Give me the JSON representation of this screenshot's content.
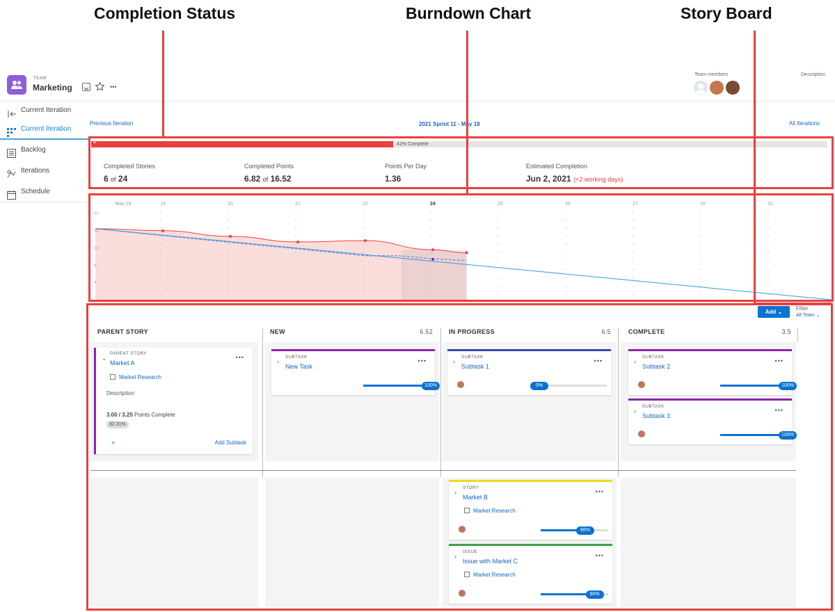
{
  "annotations": {
    "completion": "Completion Status",
    "burndown": "Burndown Chart",
    "storyboard": "Story Board"
  },
  "header": {
    "team_sub": "TEAM",
    "team_name": "Marketing",
    "more": "•••",
    "team_members_label": "Team members",
    "description_label": "Description"
  },
  "sidebar": {
    "collapse_label": "Current Iteration",
    "items": [
      {
        "label": "Current Iteration",
        "active": true
      },
      {
        "label": "Backlog"
      },
      {
        "label": "Iterations"
      },
      {
        "label": "Schedule"
      }
    ]
  },
  "iteration_nav": {
    "previous": "Previous Iteration",
    "current": "2021 Sprint 11 - May 18",
    "all": "All Iterations"
  },
  "completion": {
    "percent": 41,
    "percent_label": "41% Complete",
    "chevron": "⌄",
    "metrics": [
      {
        "label": "Completed Stories",
        "value": "6",
        "of": "of",
        "total": "24"
      },
      {
        "label": "Completed Points",
        "value": "6.82",
        "of": "of",
        "total": "16.52"
      },
      {
        "label": "Points Per Day",
        "value": "1.36"
      },
      {
        "label": "Estimated Completion",
        "value": "Jun 2, 2021",
        "note": "(+2 working days)"
      }
    ]
  },
  "chart_data": {
    "type": "area",
    "x": [
      "May 18",
      "19",
      "20",
      "21",
      "22",
      "24",
      "25",
      "26",
      "27",
      "28",
      "31"
    ],
    "bold_x": "24",
    "y_ticks": [
      20,
      16,
      12,
      8,
      4
    ],
    "ylim": [
      0,
      20
    ],
    "series": [
      {
        "values": [
          16.5,
          16.0,
          14.7,
          13.4,
          13.7,
          11.6,
          10.9
        ],
        "x_index": [
          0,
          1,
          2,
          3,
          4,
          5,
          5.5
        ],
        "color": "#e8403d"
      },
      {
        "values": [
          16.5,
          14.9,
          13.3,
          11.8,
          10.2,
          10.2,
          9.5,
          9.1
        ],
        "x_index": [
          0,
          1,
          2,
          3,
          4,
          4.5,
          5,
          5.5
        ],
        "color": "#8a93c9"
      },
      {
        "values": [
          16.5,
          0
        ],
        "x_index": [
          0,
          11
        ],
        "color": "#2e9be6"
      }
    ]
  },
  "board": {
    "add_label": "Add",
    "filter_label": "Filter",
    "filter_value": "All Team",
    "columns": [
      {
        "name": "PARENT STORY",
        "points": ""
      },
      {
        "name": "NEW",
        "points": "6.52"
      },
      {
        "name": "IN PROGRESS",
        "points": "6.5"
      },
      {
        "name": "COMPLETE",
        "points": "3.5"
      }
    ],
    "parent": {
      "type": "PARENT STORY",
      "title": "Market A",
      "project": "Market Research",
      "description": "Description",
      "points": "3.00 / 3.25",
      "points_suffix": "Points Complete",
      "percent": "92.31%",
      "plus": "+",
      "add_subtask": "Add Subtask"
    },
    "cards": [
      {
        "type": "SUBTASK",
        "title": "New Task",
        "progress": 100,
        "label": "100%",
        "color": "#8e24aa"
      },
      {
        "type": "SUBTASK",
        "title": "Subtask 1",
        "progress": 0,
        "label": "0%",
        "color": "#3949ab"
      },
      {
        "type": "SUBTASK",
        "title": "Subtask 2",
        "progress": 100,
        "label": "100%",
        "color": "#8e24aa"
      },
      {
        "type": "SUBTASK",
        "title": "Subtask 3",
        "progress": 100,
        "label": "100%",
        "color": "#8e24aa"
      },
      {
        "type": "STORY",
        "title": "Market B",
        "project": "Market Research",
        "progress": 66,
        "label": "66%",
        "color": "#f2d91c"
      },
      {
        "type": "ISSUE",
        "title": "Issue with Market C",
        "project": "Market Research",
        "progress": 80,
        "label": "80%",
        "color": "#43a047"
      }
    ]
  }
}
